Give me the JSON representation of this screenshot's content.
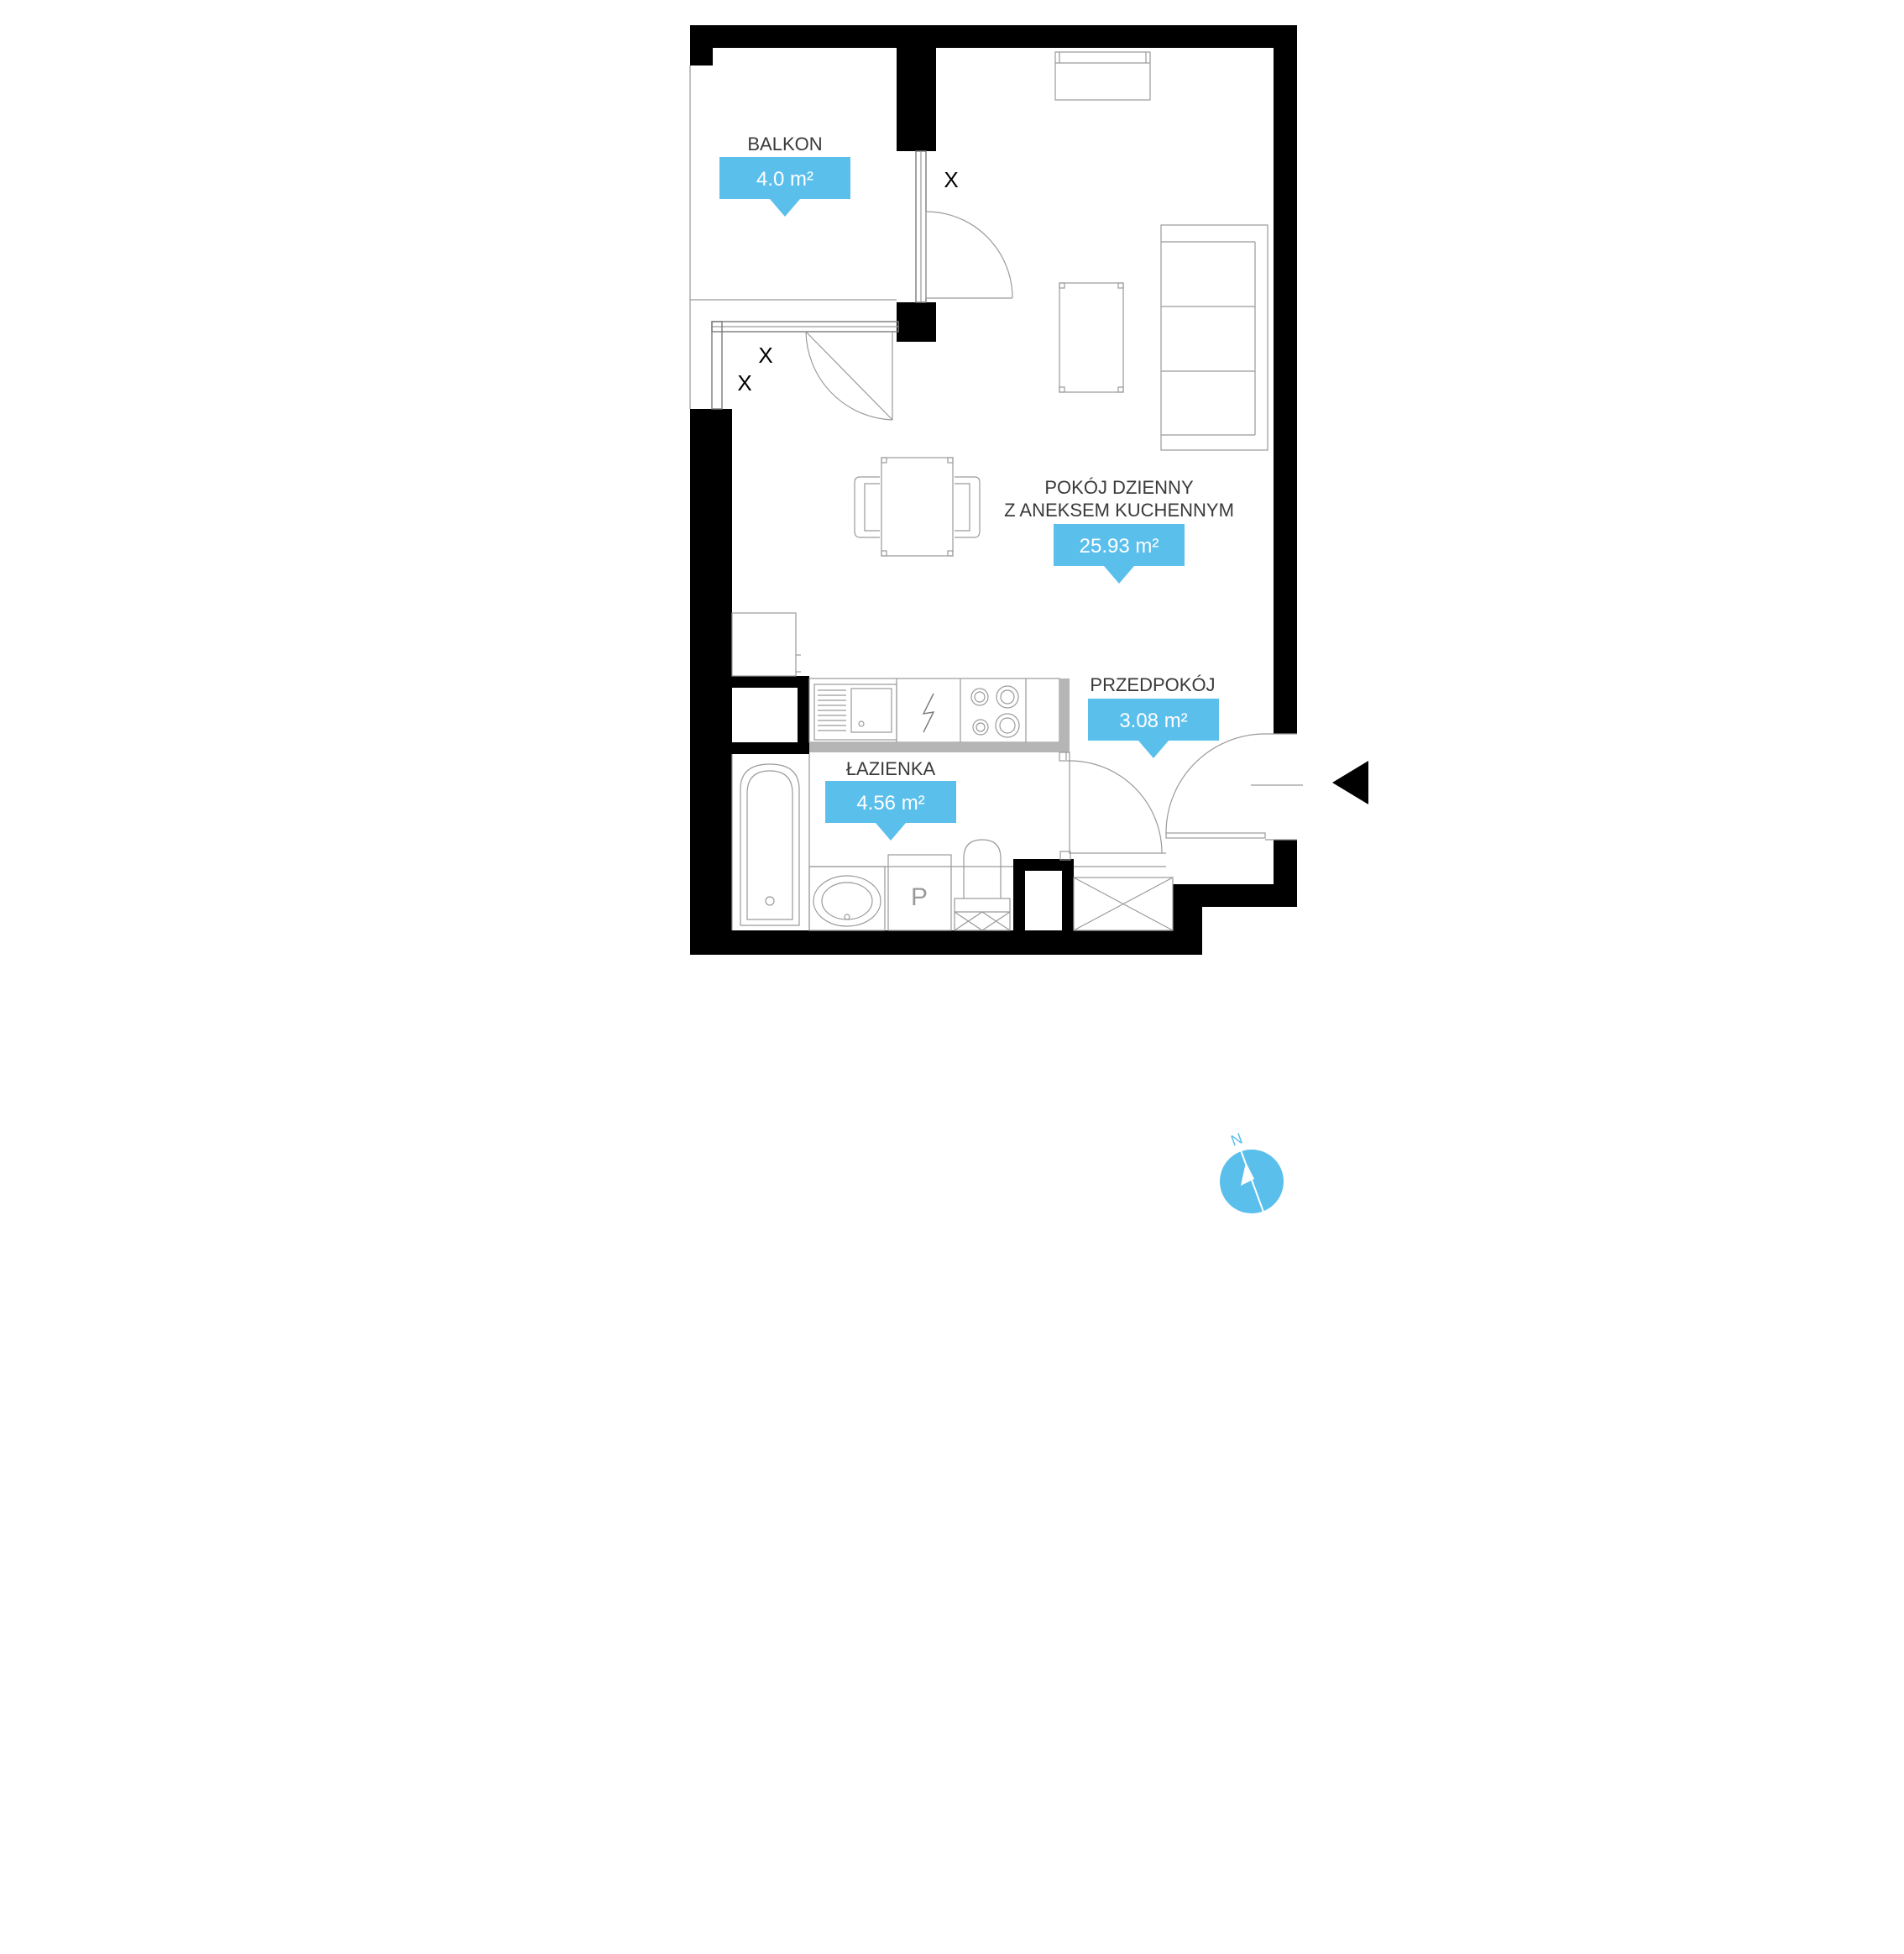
{
  "rooms": [
    {
      "id": "balkon",
      "name_lines": [
        "BALKON"
      ],
      "area": "4.0 m²"
    },
    {
      "id": "pokoj",
      "name_lines": [
        "POKÓJ DZIENNY",
        "Z ANEKSEM KUCHENNYM"
      ],
      "area": "25.93 m²"
    },
    {
      "id": "przedpokoj",
      "name_lines": [
        "PRZEDPOKÓJ"
      ],
      "area": "3.08 m²"
    },
    {
      "id": "lazienka",
      "name_lines": [
        "ŁAZIENKA"
      ],
      "area": "4.56 m²"
    }
  ],
  "marks": {
    "window_x": "X",
    "wm_letter": "P"
  },
  "compass": {
    "label": "N"
  },
  "colors": {
    "accent": "#5bbfec",
    "wall": "#000000",
    "line": "#9a9a9a"
  },
  "icons": [
    "entrance-arrow-icon",
    "compass-icon"
  ]
}
